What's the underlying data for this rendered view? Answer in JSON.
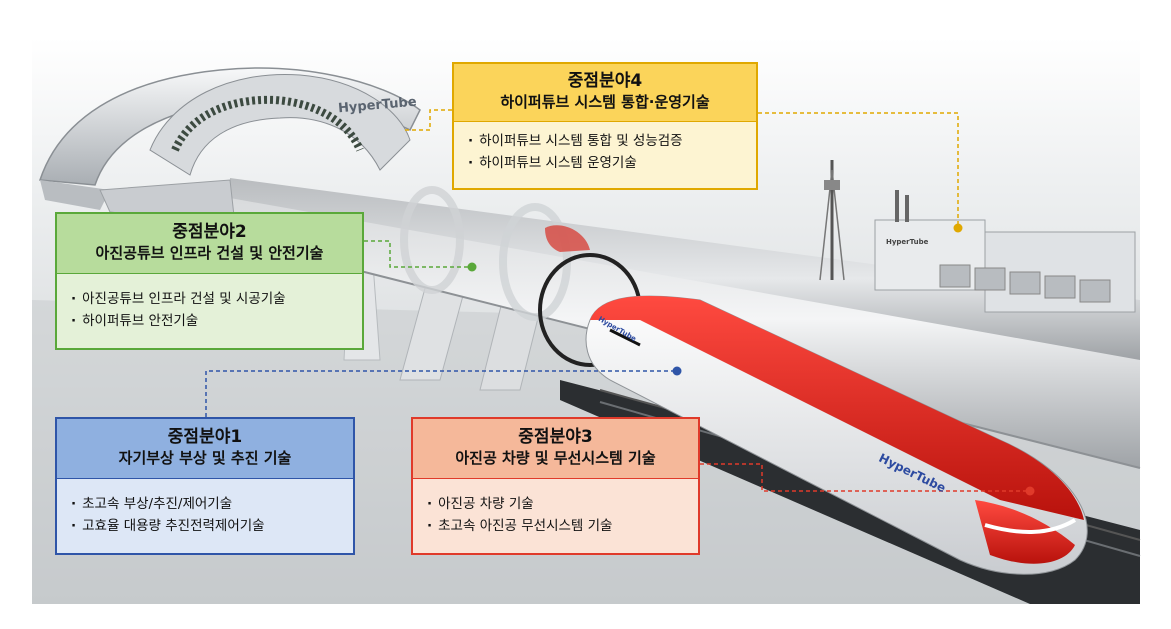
{
  "logos": {
    "station": "HyperTube",
    "pod": "HyperTube",
    "pod_small": "HyperTube",
    "building": "HyperTube"
  },
  "boxes": {
    "box4": {
      "title": "중점분야4",
      "subtitle": "하이퍼튜브 시스템 통합·운영기술",
      "items": [
        "하이퍼튜브 시스템 통합 및 성능검증",
        "하이퍼튜브 시스템 운영기술"
      ],
      "border_color": "#e0a800",
      "header_color": "#fbd45a",
      "body_color": "#fdf4d2"
    },
    "box2": {
      "title": "중점분야2",
      "subtitle": "아진공튜브 인프라 건설 및 안전기술",
      "items": [
        "아진공튜브 인프라 건설 및 시공기술",
        "하이퍼튜브 안전기술"
      ],
      "border_color": "#5aa83a",
      "header_color": "#b7dc9c",
      "body_color": "#e4f1d8"
    },
    "box1": {
      "title": "중점분야1",
      "subtitle": "자기부상 부상 및 추진 기술",
      "items": [
        "초고속 부상/추진/제어기술",
        "고효율 대용량 추진전력제어기술"
      ],
      "border_color": "#2f55a8",
      "header_color": "#8fb0e0",
      "body_color": "#dde7f6"
    },
    "box3": {
      "title": "중점분야3",
      "subtitle": "아진공 차량 및 무선시스템 기술",
      "items": [
        "아진공 차량 기술",
        "초고속 아진공 무선시스템 기술"
      ],
      "border_color": "#e03a2a",
      "header_color": "#f5b89a",
      "body_color": "#fbe3d6"
    }
  }
}
